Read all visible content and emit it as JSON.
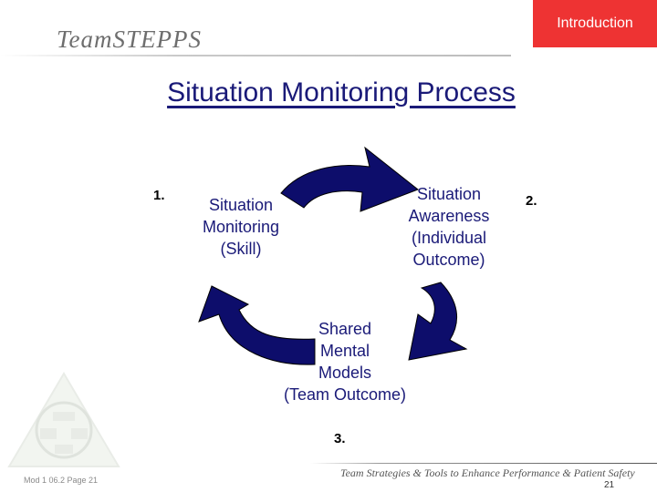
{
  "header": {
    "logo": "TeamSTEPPS",
    "section_tab": "Introduction"
  },
  "title": "Situation Monitoring Process",
  "cycle": {
    "step1": {
      "number": "1.",
      "label_lines": [
        "Situation",
        "Monitoring",
        "(Skill)"
      ]
    },
    "step2": {
      "number": "2.",
      "label_lines": [
        "Situation",
        "Awareness",
        "(Individual",
        "Outcome)"
      ]
    },
    "step3": {
      "number": "3.",
      "label_lines": [
        "Shared",
        "Mental",
        "Models",
        "(Team Outcome)"
      ]
    },
    "arrow_color": "#0d0d6b"
  },
  "footer": {
    "module": "Mod 1 06.2  Page 21",
    "tagline": "Team Strategies & Tools to Enhance Performance & Patient Safety",
    "page_number": "21"
  }
}
